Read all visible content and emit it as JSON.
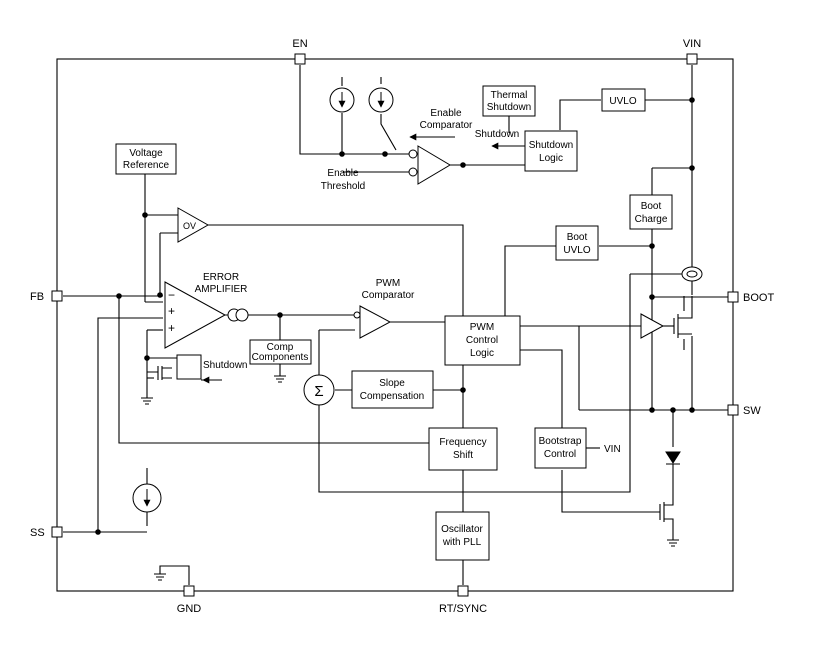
{
  "pins": {
    "en": "EN",
    "vin": "VIN",
    "fb": "FB",
    "ss": "SS",
    "gnd": "GND",
    "rt_sync": "RT/SYNC",
    "boot": "BOOT",
    "sw": "SW"
  },
  "blocks": {
    "voltage_reference": [
      "Voltage",
      "Reference"
    ],
    "thermal_shutdown": [
      "Thermal",
      "Shutdown"
    ],
    "uvlo": [
      "UVLO"
    ],
    "shutdown_logic": [
      "Shutdown",
      "Logic"
    ],
    "boot_charge": [
      "Boot",
      "Charge"
    ],
    "boot_uvlo": [
      "Boot",
      "UVLO"
    ],
    "comp_components": [
      "Comp",
      "Components"
    ],
    "slope_compensation": [
      "Slope",
      "Compensation"
    ],
    "pwm_control_logic": [
      "PWM",
      "Control",
      "Logic"
    ],
    "frequency_shift": [
      "Frequency",
      "Shift"
    ],
    "bootstrap_control": [
      "Bootstrap",
      "Control"
    ],
    "oscillator": [
      "Oscillator",
      "with PLL"
    ]
  },
  "labels": {
    "enable_comparator": [
      "Enable",
      "Comparator"
    ],
    "enable_threshold": [
      "Enable",
      "Threshold"
    ],
    "shutdown_arrow_1": "Shutdown",
    "shutdown_arrow_2": "Shutdown",
    "ov": "OV",
    "error_amplifier": [
      "ERROR",
      "AMPLIFIER"
    ],
    "pwm_comparator": [
      "PWM",
      "Comparator"
    ],
    "bootstrap_vin": "VIN",
    "sigma": "Σ",
    "minus": "−",
    "plus_1": "+",
    "plus_2": "+"
  },
  "colors": {
    "ink": "#000000",
    "background": "#ffffff"
  }
}
